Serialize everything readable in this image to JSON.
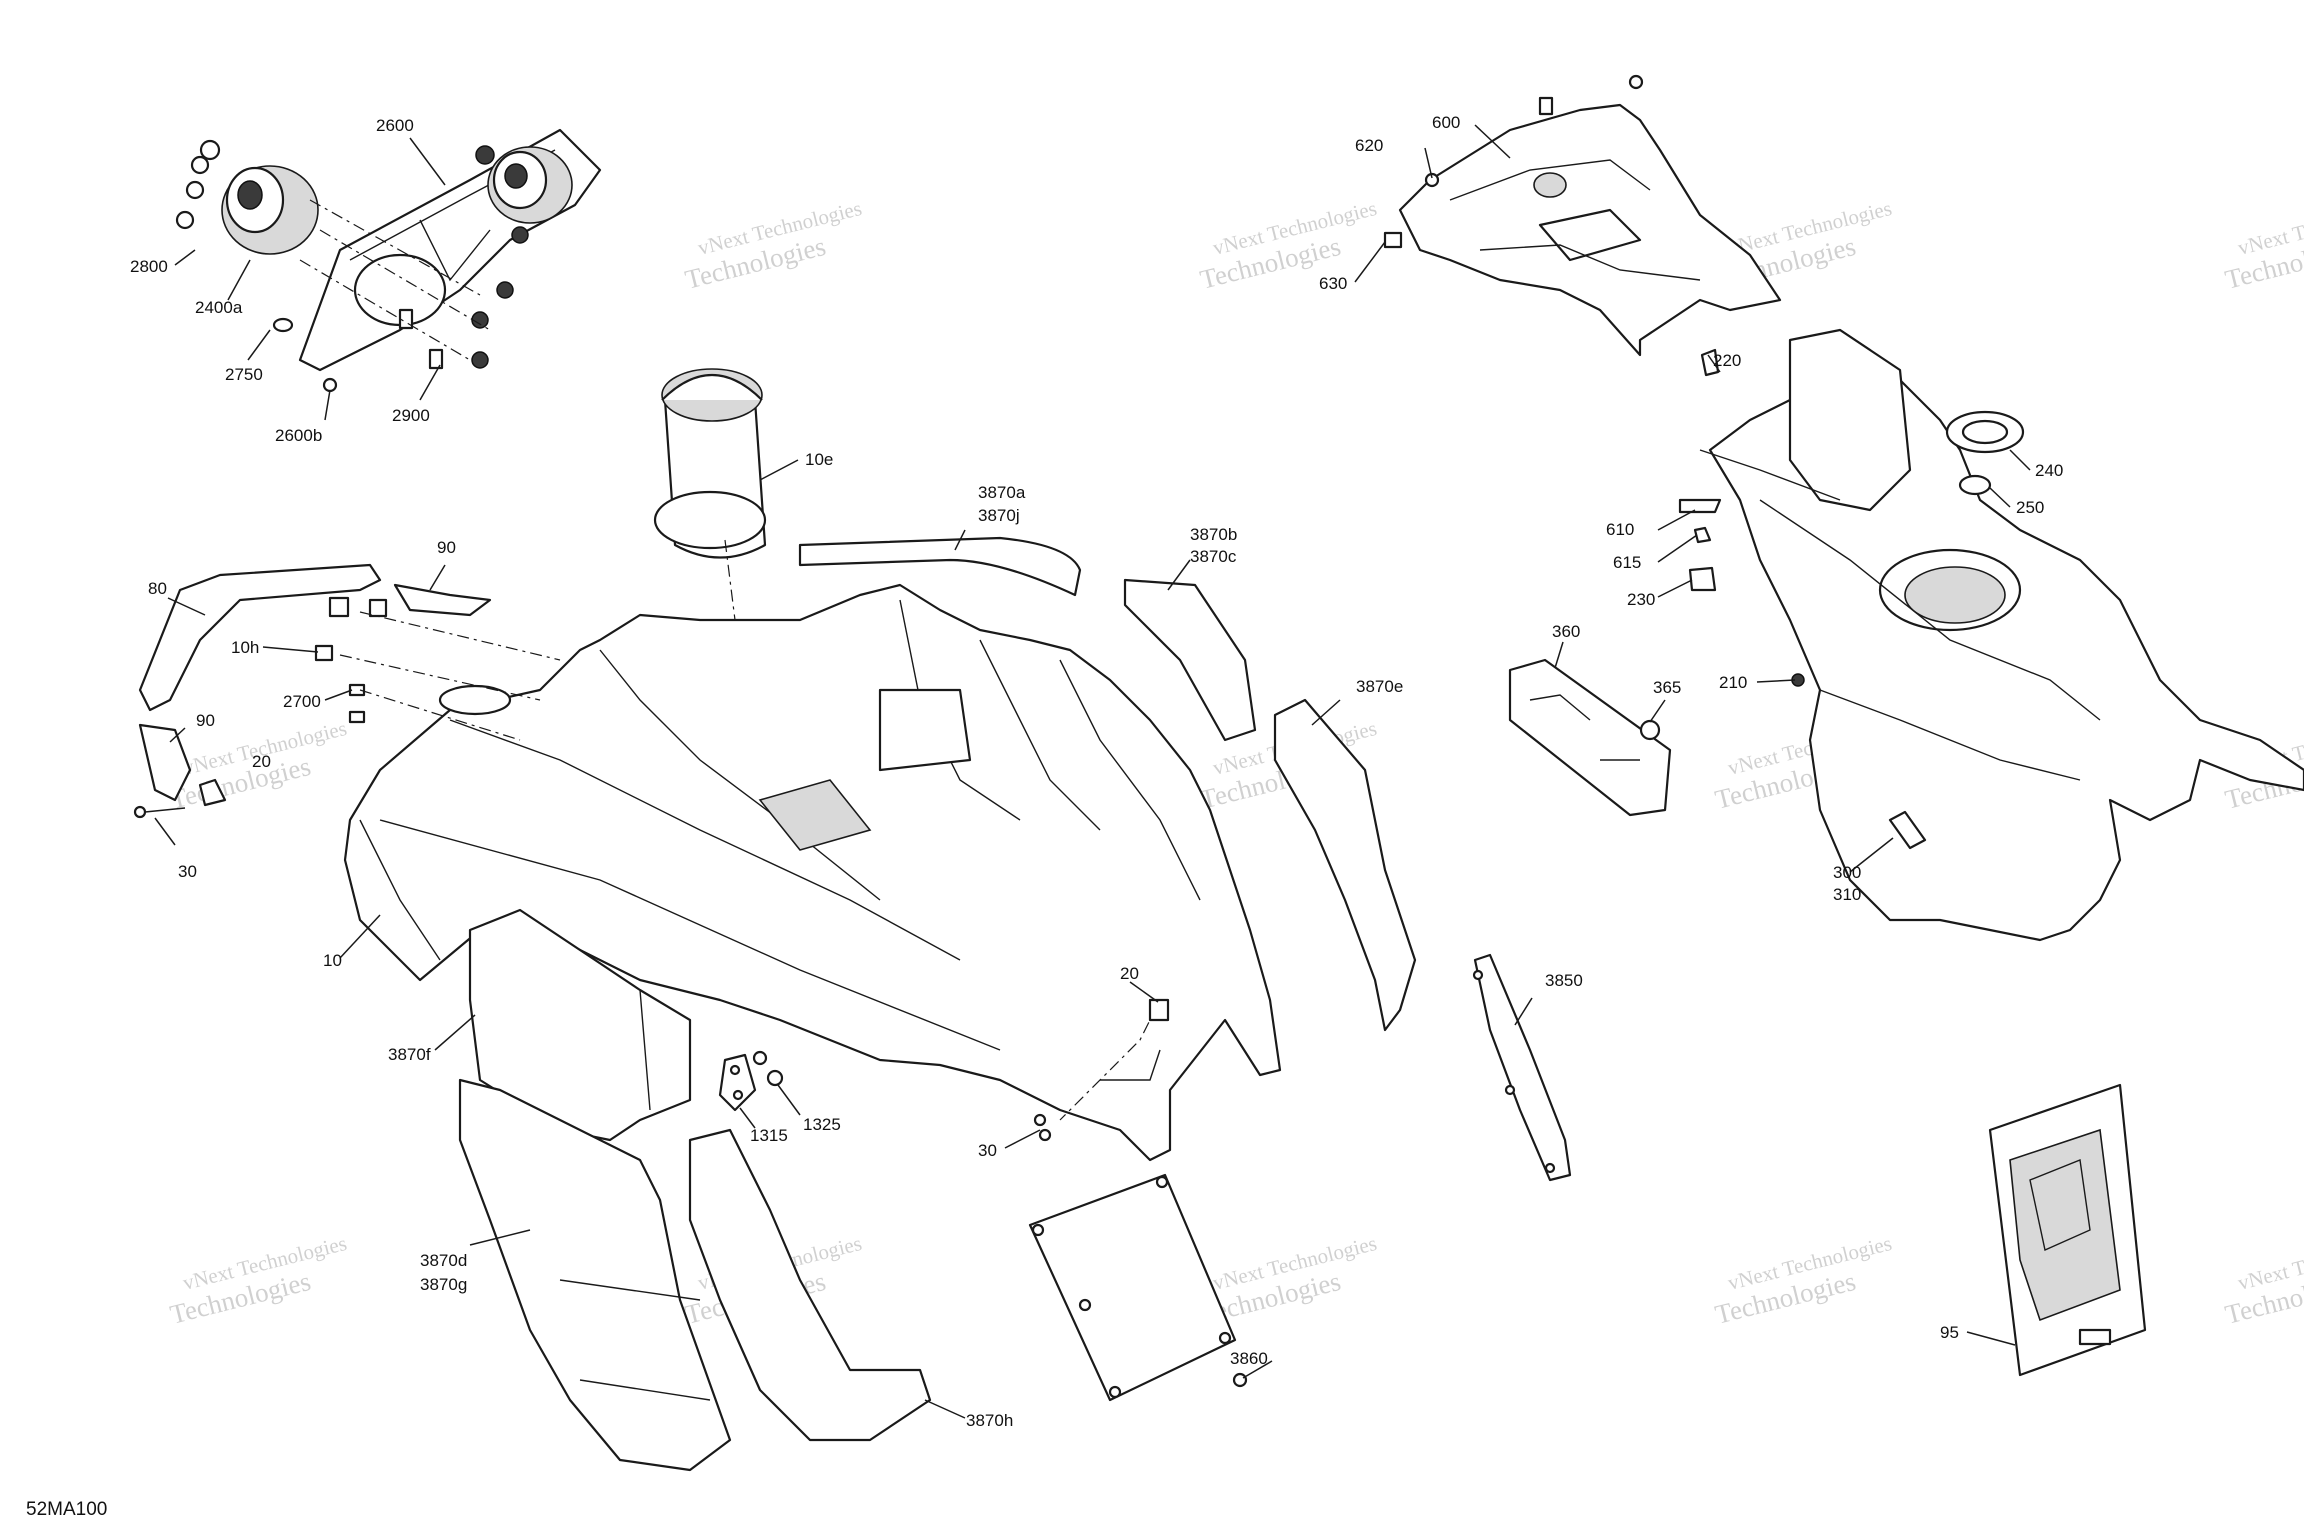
{
  "diagram_code": "52MA100",
  "watermark": {
    "line1": "vNext Technologies",
    "line2": "Technologies"
  },
  "callouts": {
    "c2600": "2600",
    "c2800": "2800",
    "c2400a": "2400a",
    "c2750": "2750",
    "c2600b": "2600b",
    "c2900": "2900",
    "c10e": "10e",
    "c3870a": "3870a",
    "c3870j": "3870j",
    "c3870b": "3870b",
    "c3870c": "3870c",
    "c80": "80",
    "c90a": "90",
    "c10h": "10h",
    "c2700": "2700",
    "c90b": "90",
    "c20a": "20",
    "c30a": "30",
    "c10": "10",
    "c3870e": "3870e",
    "c20b": "20",
    "c3870f": "3870f",
    "c1315": "1315",
    "c1325": "1325",
    "c30b": "30",
    "c3870d": "3870d",
    "c3870g": "3870g",
    "c3870h": "3870h",
    "c3860": "3860",
    "c620": "620",
    "c600": "600",
    "c630": "630",
    "c220": "220",
    "c240": "240",
    "c250": "250",
    "c610": "610",
    "c615": "615",
    "c230": "230",
    "c360": "360",
    "c365": "365",
    "c210": "210",
    "c300": "300",
    "c310": "310",
    "c3850": "3850",
    "c95": "95"
  }
}
